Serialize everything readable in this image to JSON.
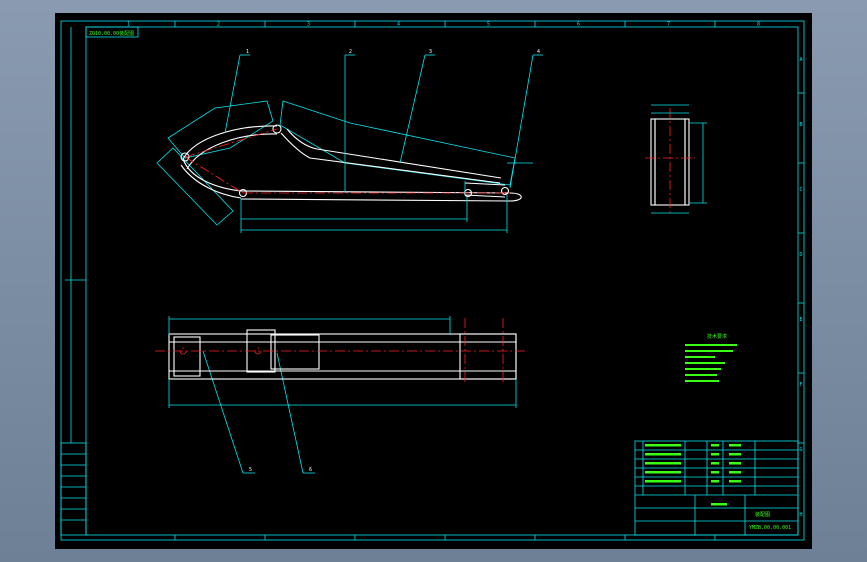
{
  "drawing": {
    "code_box": "ZQ10.00.00装配图",
    "part_balloons": [
      "1",
      "2",
      "3",
      "4",
      "5",
      "6"
    ],
    "zone_letters": [
      "A",
      "B",
      "C",
      "D",
      "E",
      "F",
      "G",
      "H"
    ],
    "zone_numbers": [
      "1",
      "2",
      "3",
      "4",
      "5",
      "6",
      "7",
      "8"
    ],
    "tech_requirements_title": "技术要求",
    "drawing_number": "YMZB.00.00.001",
    "drawing_title": "装配图",
    "colors": {
      "background": "#000000",
      "frame": "#00e5ee",
      "outline": "#ffffff",
      "centerline": "#ff2020",
      "annotation": "#39ff14"
    }
  }
}
